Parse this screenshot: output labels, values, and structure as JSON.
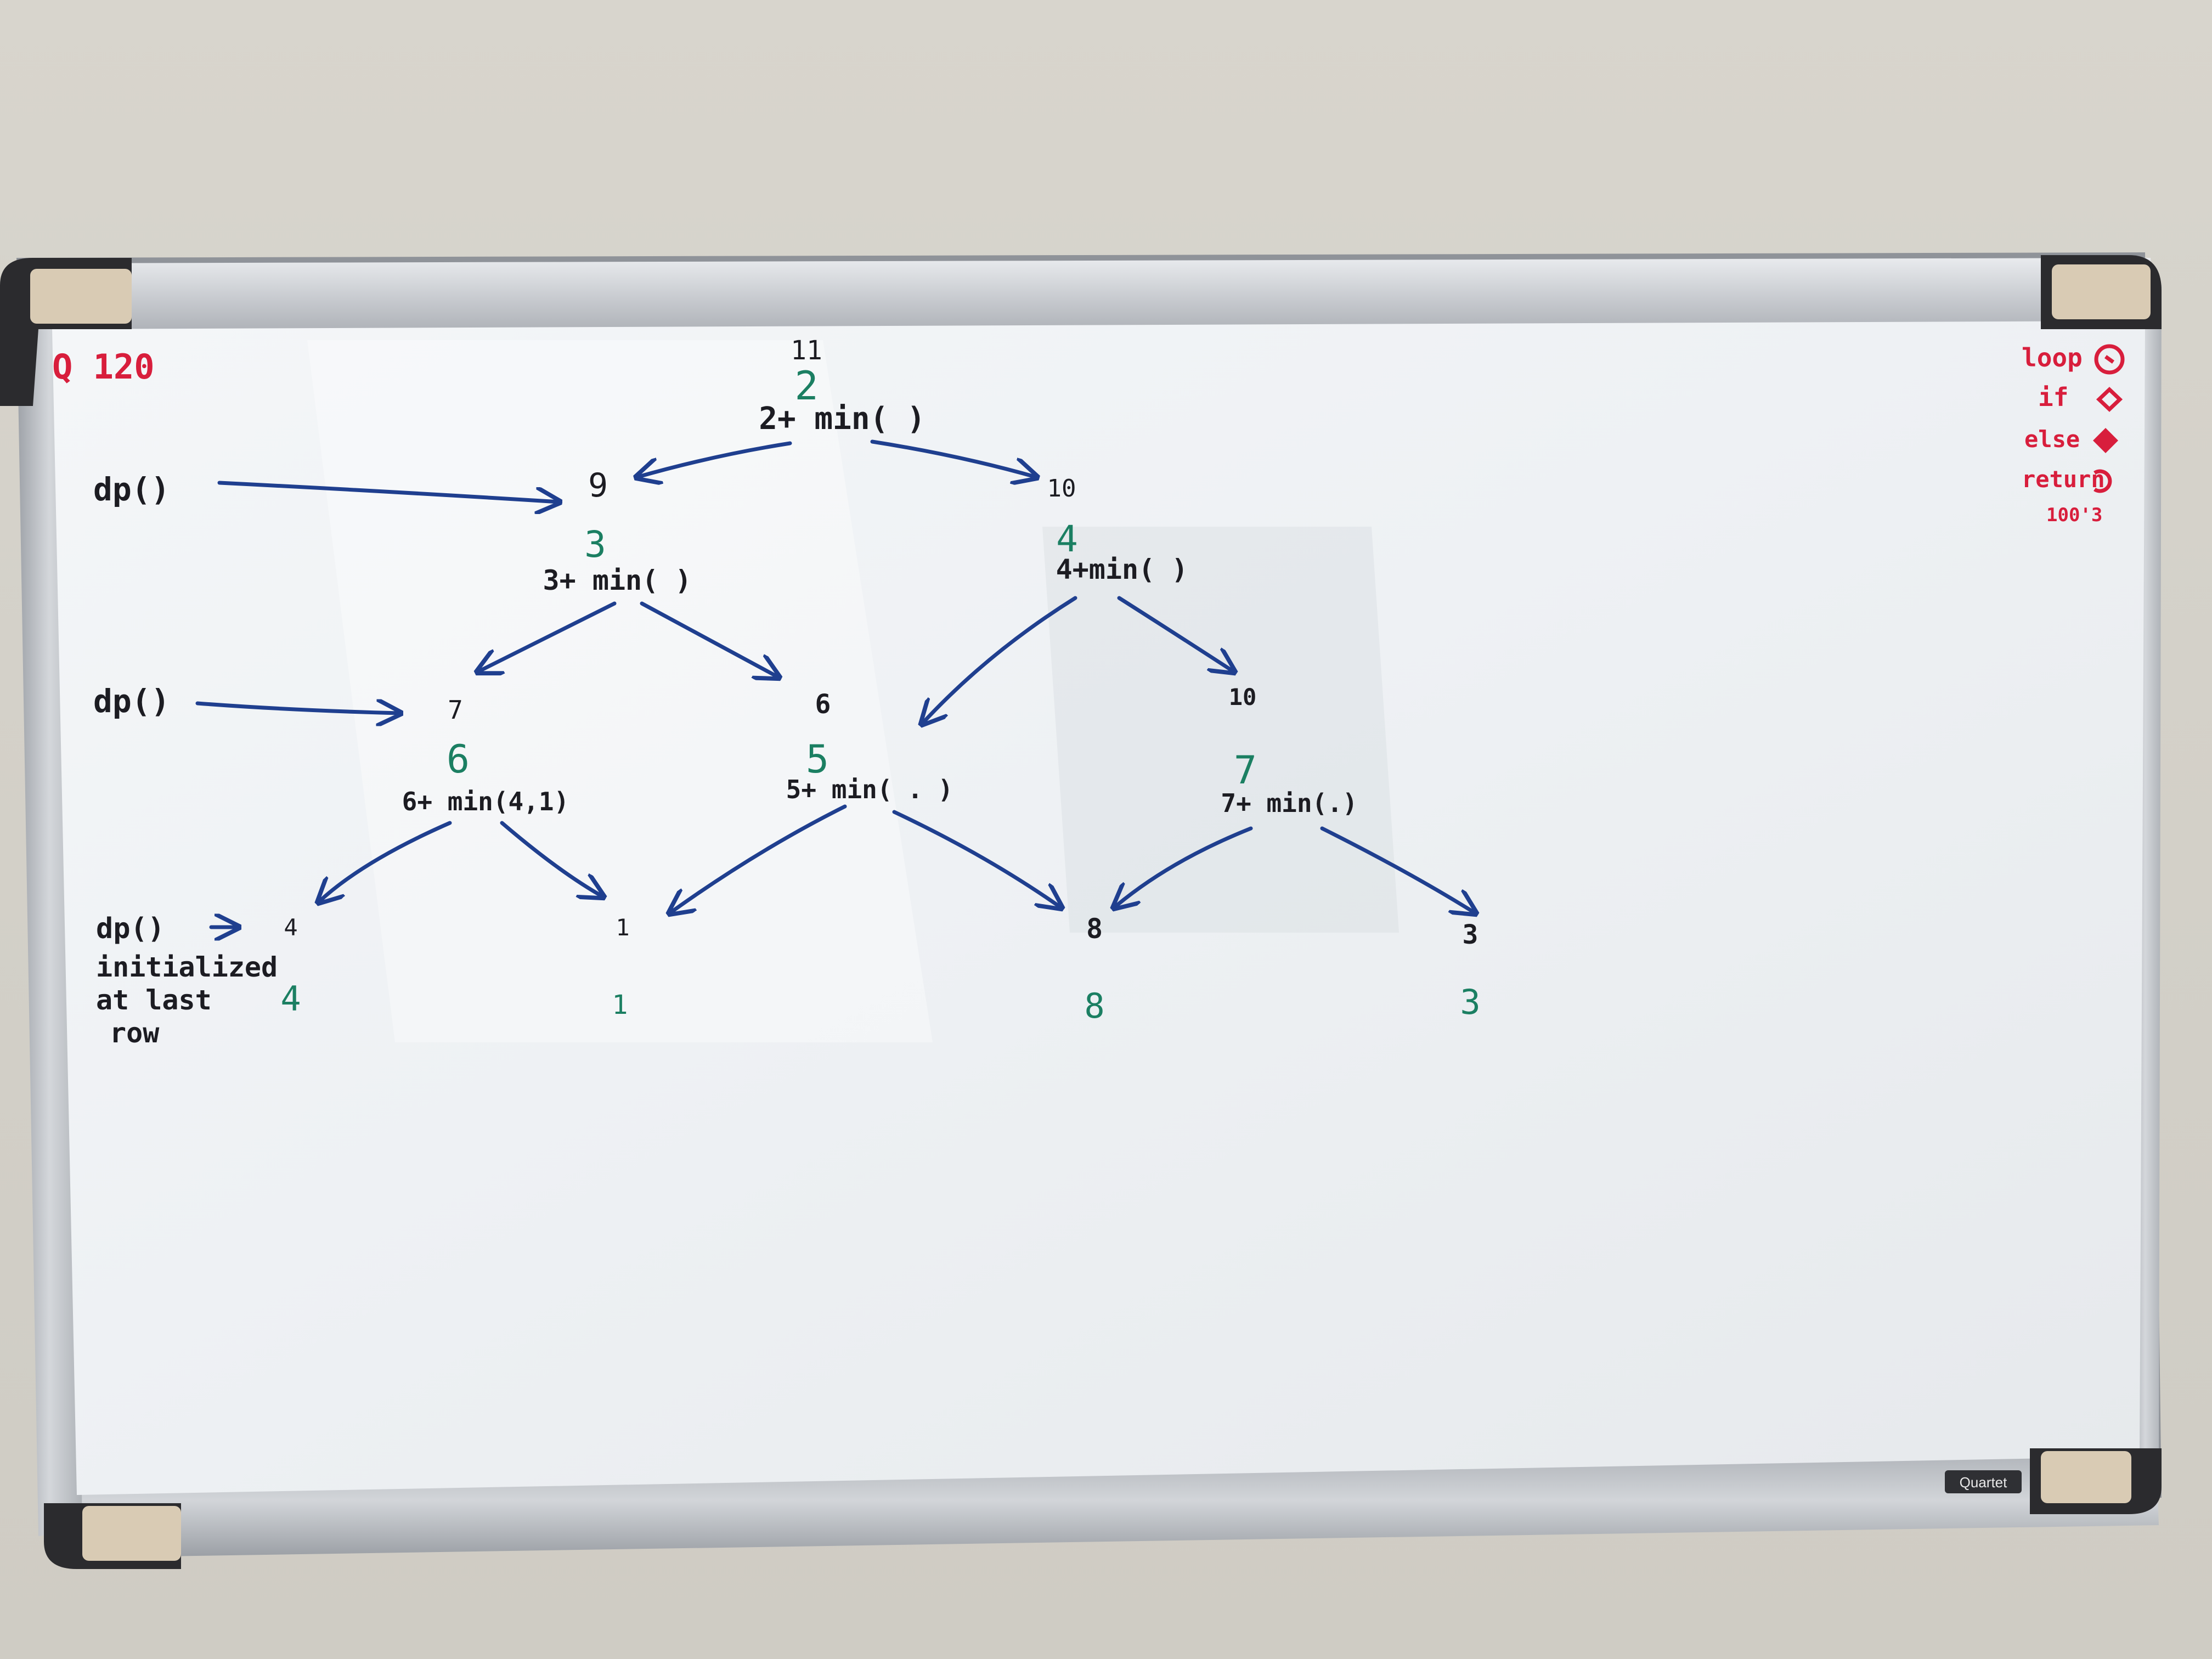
{
  "board": {
    "brand": "Quartet",
    "colors": {
      "wall": "#d6d3cb",
      "frame": "#c9ccd0",
      "corner": "#2b2b2e",
      "surface": "#f3f5f7",
      "blue_ink": "#1f3f8f",
      "green_ink": "#1b7f62",
      "red_ink": "#d81e3c",
      "black_ink": "#1c1c22"
    }
  },
  "notes": {
    "question": "Q 120",
    "legend": [
      "loop",
      "if",
      "else",
      "return",
      "100'3"
    ]
  },
  "side_labels": {
    "dp1": "dp()",
    "dp2": "dp()",
    "dp3": "dp()",
    "init_1": "initialized",
    "init_2": "at last",
    "init_3": "row"
  },
  "tree": {
    "top_total": "11",
    "root_val": "2",
    "root_expr": "2+ min( )",
    "l1_left_total": "9",
    "l1_right_total": "10",
    "l1_left_val": "3",
    "l1_right_val": "4",
    "l1_left_expr": "3+ min( )",
    "l1_right_expr": "4+min( )",
    "l2_a_total": "7",
    "l2_b_total": "6",
    "l2_c_total": "10",
    "l2_a_val": "6",
    "l2_b_val": "5",
    "l2_c_val": "7",
    "l2_a_expr": "6+ min(4,1)",
    "l2_b_expr": "5+ min( . )",
    "l2_c_expr": "7+ min(.)",
    "leaf_black": [
      "4",
      "1",
      "8",
      "3"
    ],
    "leaf_green": [
      "4",
      "1",
      "8",
      "3"
    ]
  }
}
